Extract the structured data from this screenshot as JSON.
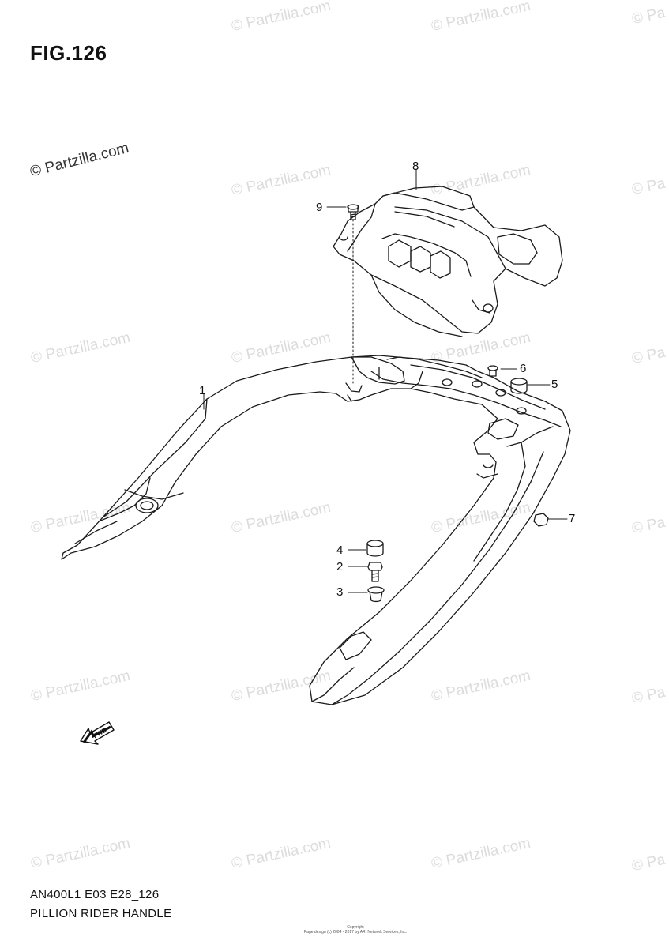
{
  "figure": {
    "title": "FIG.126"
  },
  "watermark": {
    "text": "© Partzilla.com",
    "short_text": "© Pa"
  },
  "parts": [
    {
      "num": "1"
    },
    {
      "num": "2"
    },
    {
      "num": "3"
    },
    {
      "num": "4"
    },
    {
      "num": "5"
    },
    {
      "num": "6"
    },
    {
      "num": "7"
    },
    {
      "num": "8"
    },
    {
      "num": "9"
    }
  ],
  "fwd_arrow": {
    "label": "FWD"
  },
  "footer": {
    "model_code": "AN400L1 E03 E28_126",
    "description": "PILLION RIDER HANDLE",
    "copyright_line1": "Copyright",
    "copyright_line2": "Page design (c) 2004 - 2017 by ARI Network Services, Inc."
  }
}
